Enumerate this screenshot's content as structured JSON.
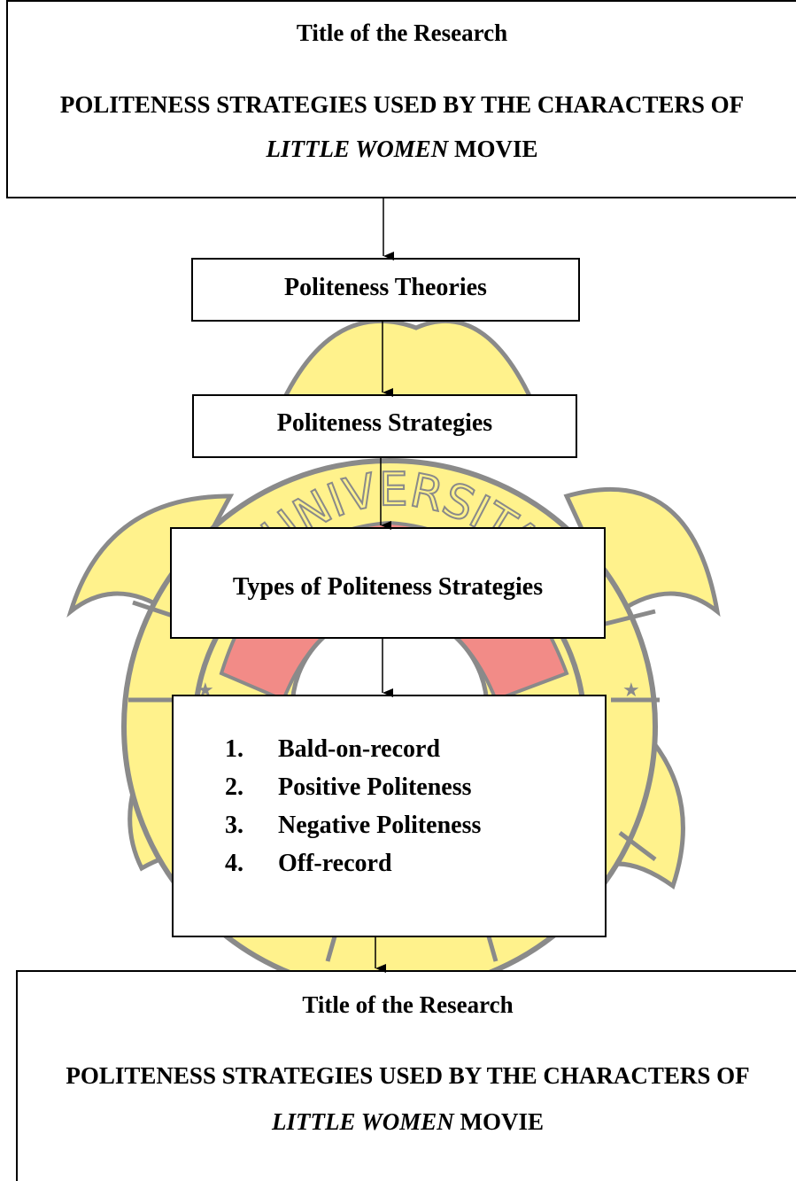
{
  "top_box": {
    "heading": "Title of the Research",
    "title_line1": "POLITENESS STRATEGIES USED BY THE CHARACTERS OF",
    "title_italic": "LITTLE WOMEN",
    "title_tail": "MOVIE"
  },
  "nodes": {
    "theories": "Politeness Theories",
    "strategies": "Politeness Strategies",
    "types": "Types of Politeness Strategies"
  },
  "strategy_list": [
    {
      "num": "1.",
      "label": "Bald-on-record"
    },
    {
      "num": "2.",
      "label": "Positive Politeness"
    },
    {
      "num": "3.",
      "label": "Negative Politeness"
    },
    {
      "num": "4.",
      "label": "Off-record"
    }
  ],
  "bottom_box": {
    "heading": "Title of the Research",
    "title_line1": "POLITENESS STRATEGIES USED BY THE CHARACTERS OF",
    "title_italic": "LITTLE WOMEN",
    "title_tail": "MOVIE"
  },
  "watermark": {
    "text": "UNIVERSITAS",
    "colors": {
      "petal_fill": "#fff28c",
      "petal_stroke": "#8a8a8a",
      "center_red": "#f28b87"
    }
  }
}
